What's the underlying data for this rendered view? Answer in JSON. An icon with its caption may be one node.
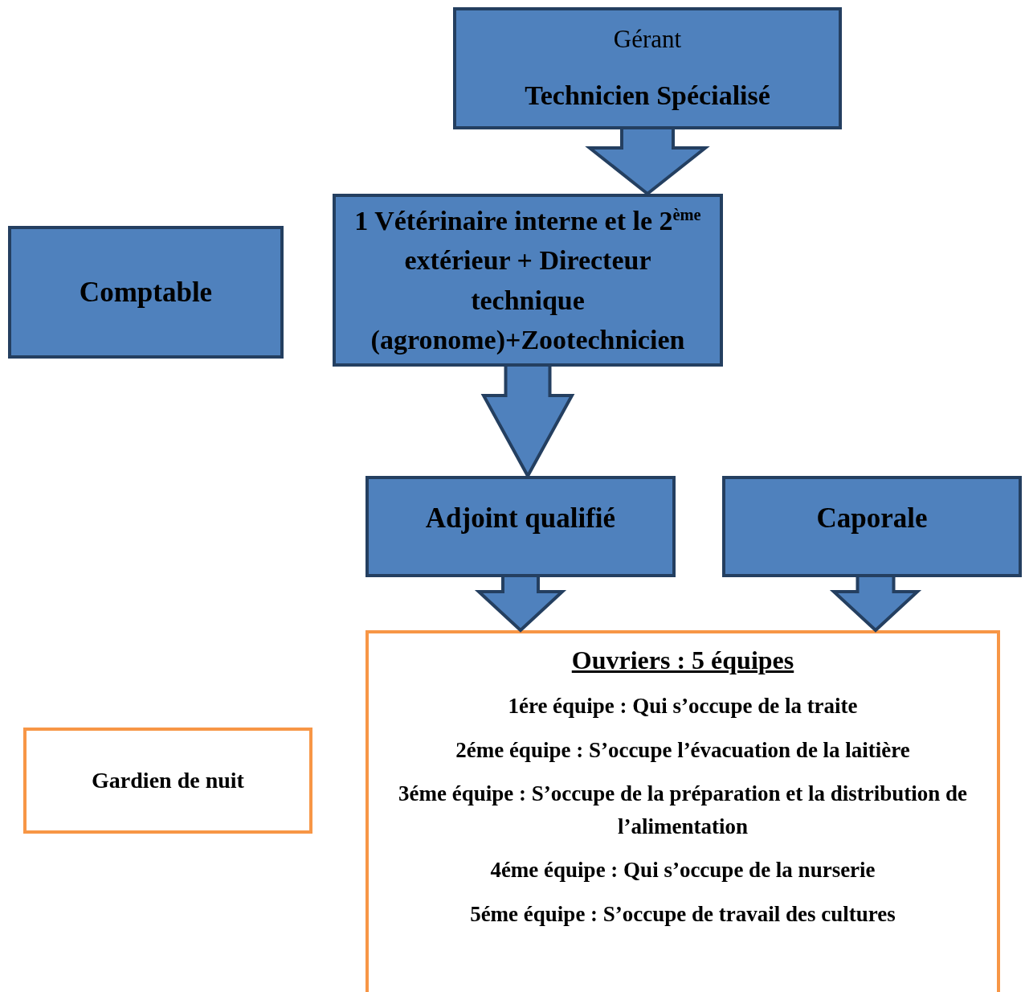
{
  "diagram": {
    "nodes": [
      {
        "text": [
          "Gérant",
          "Technicien Spécialisé"
        ]
      },
      {
        "text": [
          "Comptable"
        ]
      },
      {
        "text": [
          "1 Vétérinaire interne et le 2$^{ème}$ extérieur + Directeur technique (agronome)+Zootechnicien"
        ]
      },
      {
        "text": [
          "Adjoint qualifié"
        ]
      },
      {
        "text": [
          "Caporale"
        ]
      },
      {
        "text": [
          "Gardien de nuit"
        ]
      },
      {
        "text": [
          "Ouvriers : 5 équipes",
          "1ére équipe : Qui s’occupe de la traite",
          "2éme équipe : S’occupe l’évacuation de la laitière",
          "3éme équipe : S’occupe de la  préparation et la distribution de l’alimentation",
          "4éme équipe : Qui s’occupe de la nurserie",
          "5éme équipe : S’occupe de travail des cultures"
        ]
      }
    ],
    "edges": [
      {
        "from": 0,
        "to": 2,
        "arrow": "to"
      },
      {
        "from": 2,
        "to": 3,
        "arrow": "to"
      },
      {
        "from": 3,
        "to": 6,
        "arrow": "to"
      },
      {
        "from": 4,
        "to": 6,
        "arrow": "to"
      }
    ]
  }
}
